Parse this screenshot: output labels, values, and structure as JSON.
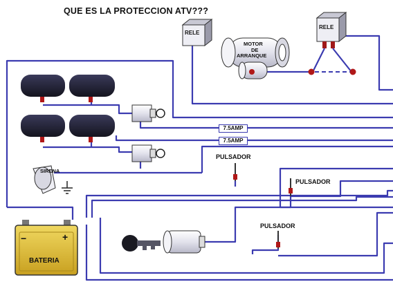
{
  "title": "QUE ES LA PROTECCION ATV???",
  "labels": {
    "rele_left": "RELE",
    "rele_right": "RELE",
    "motor_line1": "MOTOR",
    "motor_line2": "DE",
    "motor_line3": "ARRANQUE",
    "fuse_1": "7.5AMP",
    "fuse_2": "7.5AMP",
    "pulsador_1": "PULSADOR",
    "pulsador_2": "PULSADOR",
    "pulsador_3": "PULSADOR",
    "sirena": "SIRENA",
    "bateria": "BATERIA",
    "bat_neg": "−",
    "bat_pos": "+"
  },
  "colors": {
    "wire": "#3b3bb0",
    "lamp": "#24243a",
    "connector": "#b01818",
    "battery": "#d8b838",
    "relay_red": "#a01818"
  }
}
